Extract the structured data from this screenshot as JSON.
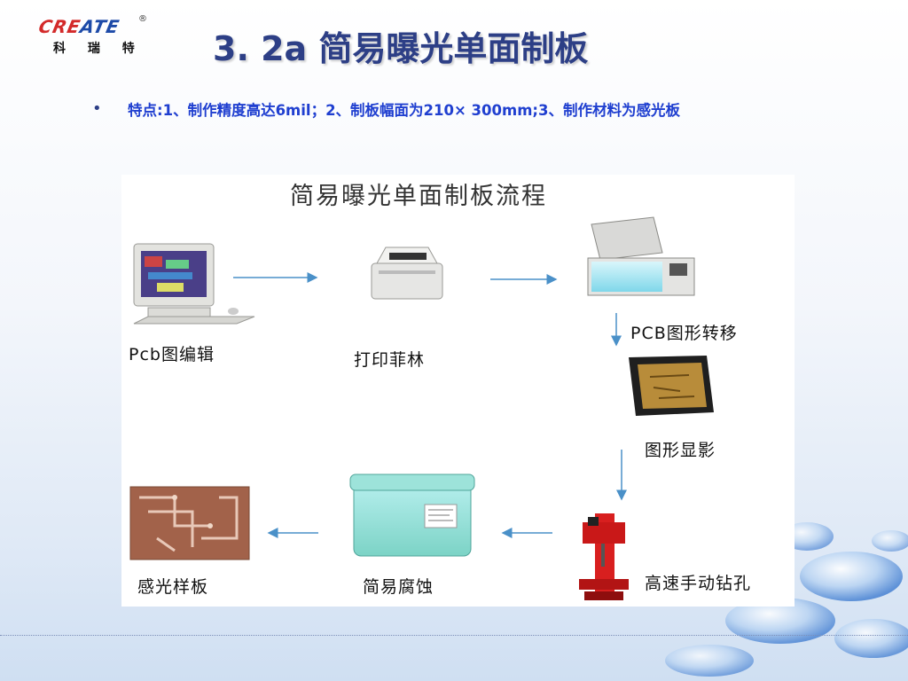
{
  "logo": {
    "brand_part1": "CRE",
    "brand_part2": "ATE",
    "registered": "®",
    "chinese": "科 瑞 特"
  },
  "slide": {
    "title": "3. 2a 简易曝光单面制板",
    "bullet_symbol": "•",
    "bullet_text": "特点:1、制作精度高达6mil；2、制板幅面为210× 300mm;3、制作材料为感光板"
  },
  "diagram": {
    "title": "简易曝光单面制板流程",
    "steps": [
      {
        "label": "Pcb图编辑",
        "icon": "computer-icon"
      },
      {
        "label": "打印菲林",
        "icon": "printer-icon"
      },
      {
        "label": "PCB图形转移",
        "icon": "exposure-box-icon"
      },
      {
        "label": "图形显影",
        "icon": "developing-tray-icon"
      },
      {
        "label": "高速手动钻孔",
        "icon": "drill-press-icon"
      },
      {
        "label": "简易腐蚀",
        "icon": "etching-tank-icon"
      },
      {
        "label": "感光样板",
        "icon": "pcb-board-icon"
      }
    ]
  },
  "colors": {
    "title": "#2d3f86",
    "bullet": "#1f3fd0",
    "arrow": "#4a90c8",
    "brand_red": "#d32a2a",
    "brand_blue": "#1d4aa8"
  }
}
